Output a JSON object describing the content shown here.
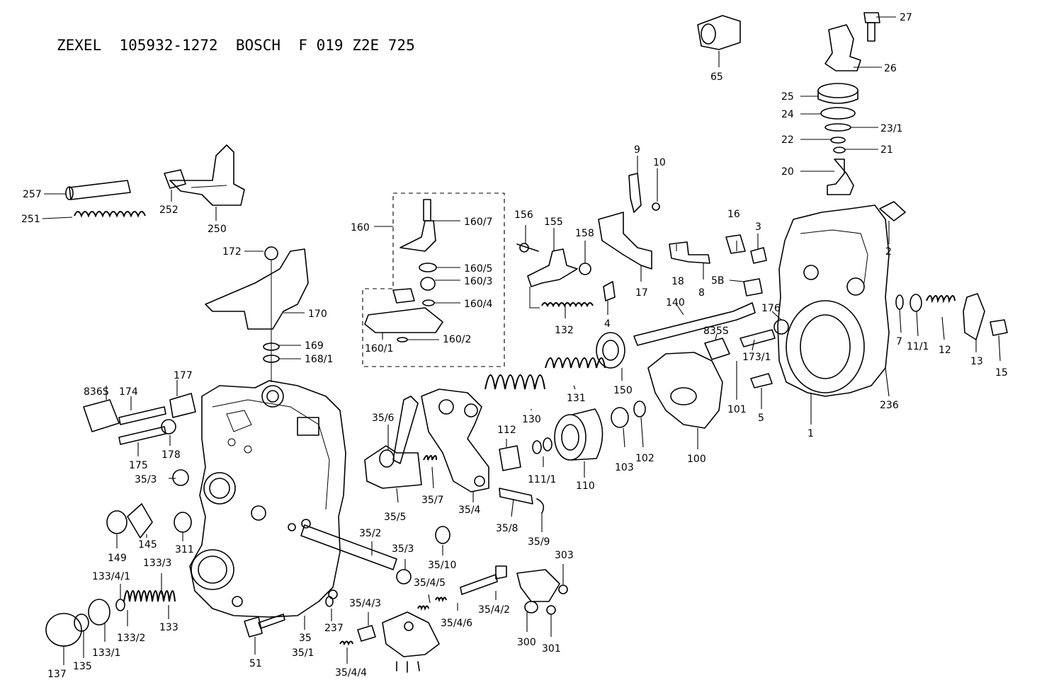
{
  "header": {
    "title": "ZEXEL  105932-1272  BOSCH  F 019 Z2E 725"
  },
  "parts": [
    {
      "id": "27",
      "label": "27"
    },
    {
      "id": "26",
      "label": "26"
    },
    {
      "id": "25",
      "label": "25"
    },
    {
      "id": "24",
      "label": "24"
    },
    {
      "id": "23_1",
      "label": "23/1"
    },
    {
      "id": "22",
      "label": "22"
    },
    {
      "id": "21",
      "label": "21"
    },
    {
      "id": "20",
      "label": "20"
    },
    {
      "id": "65",
      "label": "65"
    },
    {
      "id": "2",
      "label": "2"
    },
    {
      "id": "16",
      "label": "16"
    },
    {
      "id": "3",
      "label": "3"
    },
    {
      "id": "9",
      "label": "9"
    },
    {
      "id": "10",
      "label": "10"
    },
    {
      "id": "156",
      "label": "156"
    },
    {
      "id": "155",
      "label": "155"
    },
    {
      "id": "158",
      "label": "158"
    },
    {
      "id": "18",
      "label": "18"
    },
    {
      "id": "8",
      "label": "8"
    },
    {
      "id": "5B",
      "label": "5B"
    },
    {
      "id": "17",
      "label": "17"
    },
    {
      "id": "140",
      "label": "140"
    },
    {
      "id": "176",
      "label": "176"
    },
    {
      "id": "7",
      "label": "7"
    },
    {
      "id": "11_1",
      "label": "11/1"
    },
    {
      "id": "12",
      "label": "12"
    },
    {
      "id": "13",
      "label": "13"
    },
    {
      "id": "15",
      "label": "15"
    },
    {
      "id": "257",
      "label": "257"
    },
    {
      "id": "252",
      "label": "252"
    },
    {
      "id": "251",
      "label": "251"
    },
    {
      "id": "250",
      "label": "250"
    },
    {
      "id": "160",
      "label": "160"
    },
    {
      "id": "160_7",
      "label": "160/7"
    },
    {
      "id": "160_5",
      "label": "160/5"
    },
    {
      "id": "160_3",
      "label": "160/3"
    },
    {
      "id": "160_4",
      "label": "160/4"
    },
    {
      "id": "160_1",
      "label": "160/1"
    },
    {
      "id": "160_2",
      "label": "160/2"
    },
    {
      "id": "172",
      "label": "172"
    },
    {
      "id": "170",
      "label": "170"
    },
    {
      "id": "169",
      "label": "169"
    },
    {
      "id": "168_1",
      "label": "168/1"
    },
    {
      "id": "132",
      "label": "132"
    },
    {
      "id": "4",
      "label": "4"
    },
    {
      "id": "835S",
      "label": "835S"
    },
    {
      "id": "173_1",
      "label": "173/1"
    },
    {
      "id": "101",
      "label": "101"
    },
    {
      "id": "5",
      "label": "5"
    },
    {
      "id": "1",
      "label": "1"
    },
    {
      "id": "236",
      "label": "236"
    },
    {
      "id": "131",
      "label": "131"
    },
    {
      "id": "150",
      "label": "150"
    },
    {
      "id": "130",
      "label": "130"
    },
    {
      "id": "100",
      "label": "100"
    },
    {
      "id": "836S",
      "label": "836S"
    },
    {
      "id": "174",
      "label": "174"
    },
    {
      "id": "177",
      "label": "177"
    },
    {
      "id": "178",
      "label": "178"
    },
    {
      "id": "175",
      "label": "175"
    },
    {
      "id": "35_6",
      "label": "35/6"
    },
    {
      "id": "112",
      "label": "112"
    },
    {
      "id": "111_1",
      "label": "111/1"
    },
    {
      "id": "110",
      "label": "110"
    },
    {
      "id": "103",
      "label": "103"
    },
    {
      "id": "102",
      "label": "102"
    },
    {
      "id": "35_3a",
      "label": "35/3"
    },
    {
      "id": "35_5",
      "label": "35/5"
    },
    {
      "id": "35_7",
      "label": "35/7"
    },
    {
      "id": "35_4",
      "label": "35/4"
    },
    {
      "id": "35_8",
      "label": "35/8"
    },
    {
      "id": "35_9",
      "label": "35/9"
    },
    {
      "id": "149",
      "label": "149"
    },
    {
      "id": "145",
      "label": "145"
    },
    {
      "id": "311",
      "label": "311"
    },
    {
      "id": "35_2",
      "label": "35/2"
    },
    {
      "id": "35_3b",
      "label": "35/3"
    },
    {
      "id": "35_10",
      "label": "35/10"
    },
    {
      "id": "303",
      "label": "303"
    },
    {
      "id": "133_4_1",
      "label": "133/4/1"
    },
    {
      "id": "133_3",
      "label": "133/3"
    },
    {
      "id": "35_4_5",
      "label": "35/4/5"
    },
    {
      "id": "35_4_3",
      "label": "35/4/3"
    },
    {
      "id": "35_4_2",
      "label": "35/4/2"
    },
    {
      "id": "35_4_6",
      "label": "35/4/6"
    },
    {
      "id": "300",
      "label": "300"
    },
    {
      "id": "301",
      "label": "301"
    },
    {
      "id": "133",
      "label": "133"
    },
    {
      "id": "133_2",
      "label": "133/2"
    },
    {
      "id": "133_1",
      "label": "133/1"
    },
    {
      "id": "135",
      "label": "135"
    },
    {
      "id": "137",
      "label": "137"
    },
    {
      "id": "51",
      "label": "51"
    },
    {
      "id": "35",
      "label": "35"
    },
    {
      "id": "35_1",
      "label": "35/1"
    },
    {
      "id": "237",
      "label": "237"
    },
    {
      "id": "35_4_4",
      "label": "35/4/4"
    }
  ]
}
